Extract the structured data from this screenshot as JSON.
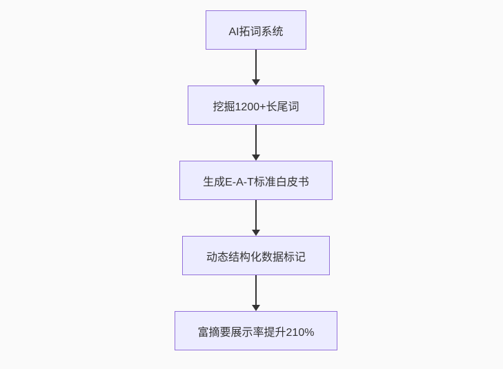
{
  "diagram": {
    "type": "flowchart",
    "direction": "top-down",
    "nodes": [
      {
        "id": "node-1",
        "label": "AI拓词系统"
      },
      {
        "id": "node-2",
        "label": "挖掘1200+长尾词"
      },
      {
        "id": "node-3",
        "label": "生成E-A-T标准白皮书"
      },
      {
        "id": "node-4",
        "label": "动态结构化数据标记"
      },
      {
        "id": "node-5",
        "label": "富摘要展示率提升210%"
      }
    ],
    "edges": [
      {
        "from": "node-1",
        "to": "node-2"
      },
      {
        "from": "node-2",
        "to": "node-3"
      },
      {
        "from": "node-3",
        "to": "node-4"
      },
      {
        "from": "node-4",
        "to": "node-5"
      }
    ],
    "colors": {
      "background": "#fafafa",
      "node_fill": "#ececff",
      "node_border": "#9370db",
      "node_text": "#333333",
      "arrow": "#333333"
    }
  }
}
